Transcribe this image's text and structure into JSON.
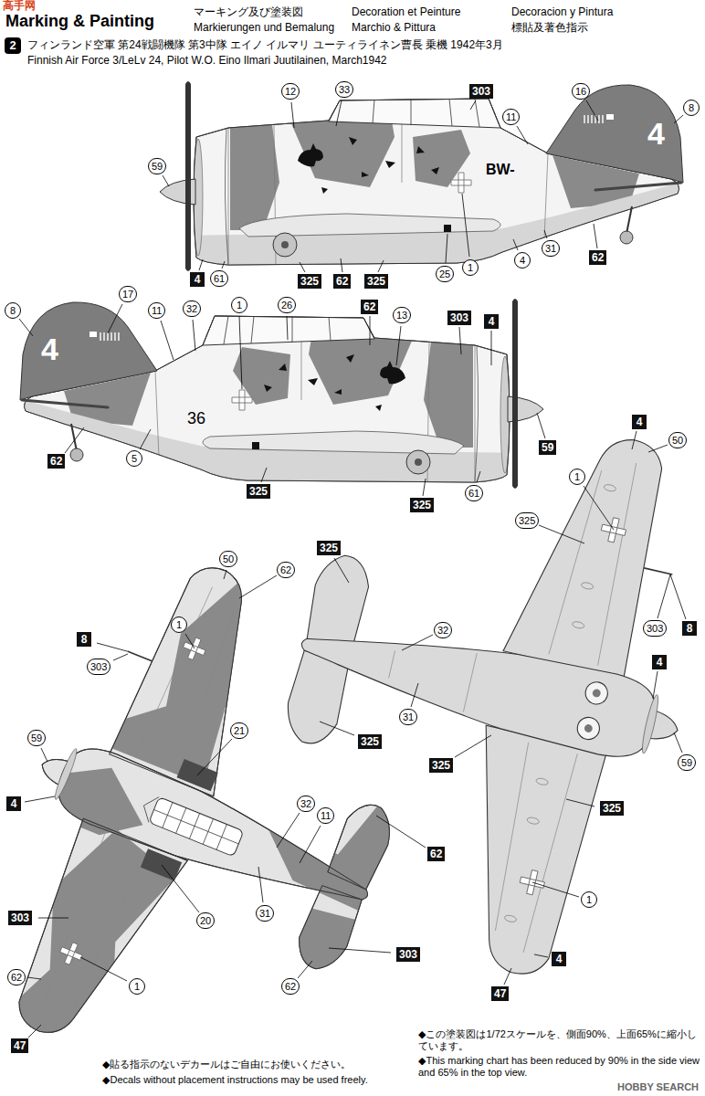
{
  "diagram": {
    "title": "Marking & Painting",
    "labels": [
      "高手网",
      "マーキング及び塗装図",
      "Markierungen und Bemalung",
      "Decoration et Peinture",
      "Marchio & Pittura",
      "Decoracion y Pintura",
      "標貼及著色指示",
      "2",
      "フィンランド空軍 第24戦闘機隊 第3中隊 エイノ イルマリ ユーティライネン曹長 乗機 1942年3月",
      "Finnish Air Force 3/LeLv 24, Pilot W.O. Eino Ilmari Juutilainen, March1942",
      "59",
      "12",
      "33",
      "303",
      "16",
      "8",
      "11",
      "4",
      "61",
      "325",
      "62",
      "325",
      "25",
      "1",
      "4",
      "31",
      "62",
      "BW-",
      "4",
      "8",
      "17",
      "11",
      "32",
      "1",
      "26",
      "62",
      "13",
      "303",
      "4",
      "4",
      "36",
      "62",
      "5",
      "325",
      "325",
      "61",
      "59",
      "50",
      "62",
      "1",
      "8",
      "303",
      "59",
      "21",
      "4",
      "32",
      "11",
      "62",
      "31",
      "303",
      "20",
      "303",
      "62",
      "62",
      "1",
      "47",
      "325",
      "4",
      "50",
      "32",
      "1",
      "325",
      "303",
      "8",
      "4",
      "31",
      "325",
      "59",
      "325",
      "325",
      "1",
      "4",
      "47",
      "◆貼る指示のないデカールはご自由にお使いください。",
      "◆Decals without placement instructions may be used freely.",
      "◆この塗装図は1/72スケールを、側面90%、上面65%に縮小しています。",
      "◆This marking chart has been reduced by 90% in the side view and 65% in the top view.",
      "HOBBY SEARCH"
    ]
  }
}
